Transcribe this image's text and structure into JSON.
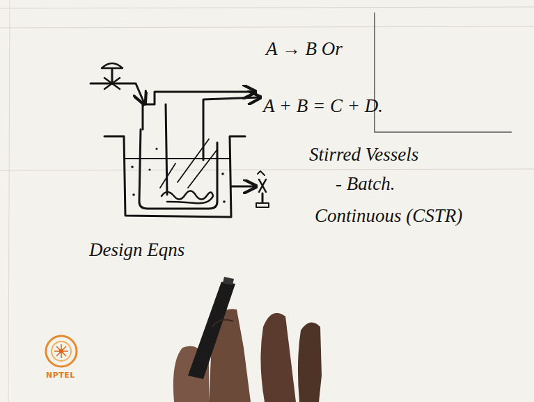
{
  "diagram": {
    "labels": [
      "A → B Or",
      "A + B = C + D.",
      "Stirred Vessels",
      "- Batch.",
      "Continuous (CSTR)",
      "Design Eqns",
      "NPTEL"
    ]
  }
}
